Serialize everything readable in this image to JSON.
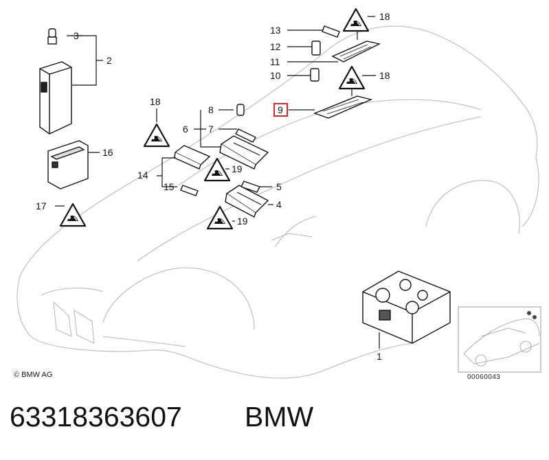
{
  "copyright": "© BMW AG",
  "ref_code": "00060043",
  "part_number": "63318363607",
  "brand": "BMW",
  "highlight_color": "#d9252a",
  "callouts": {
    "c1": "1",
    "c2": "2",
    "c3": "3",
    "c4": "4",
    "c5": "5",
    "c6": "6",
    "c7": "7",
    "c8": "8",
    "c9": "9",
    "c10": "10",
    "c11": "11",
    "c12": "12",
    "c13": "13",
    "c14": "14",
    "c15": "15",
    "c16": "16",
    "c17": "17",
    "c18a": "18",
    "c18b": "18",
    "c18c": "18",
    "c19a": "19",
    "c19b": "19"
  },
  "highlighted_callout": "9",
  "warning_icon": "warning-triangle-icon"
}
